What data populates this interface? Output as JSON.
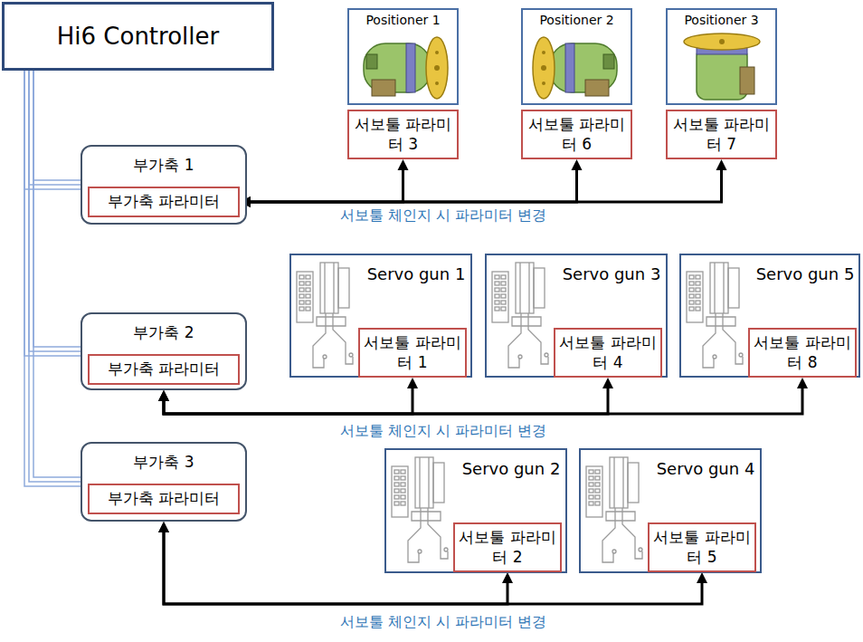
{
  "diagram": {
    "nodes": [
      {
        "text": [
          "Hi6 Controller"
        ]
      },
      {
        "text": [
          "Positioner 1"
        ]
      },
      {
        "text": [
          "서보툴 파라미터 3"
        ]
      },
      {
        "text": [
          "Positioner 2"
        ]
      },
      {
        "text": [
          "서보툴 파라미터 6"
        ]
      },
      {
        "text": [
          "Positioner 3"
        ]
      },
      {
        "text": [
          "서보툴 파라미터 7"
        ]
      },
      {
        "text": [
          "부가축 1"
        ]
      },
      {
        "text": [
          "부가축 파라미터"
        ],
        "in": 7
      },
      {
        "text": [
          "Servo gun 1"
        ]
      },
      {
        "text": [
          "서보툴 파라미터 1"
        ],
        "in": 9
      },
      {
        "text": [
          "Servo gun 3"
        ]
      },
      {
        "text": [
          "서보툴 파라미터 4"
        ],
        "in": 11
      },
      {
        "text": [
          "Servo gun 5"
        ]
      },
      {
        "text": [
          "서보툴 파라미터 8"
        ],
        "in": 13
      },
      {
        "text": [
          "부가축 2"
        ]
      },
      {
        "text": [
          "부가축 파라미터"
        ],
        "in": 15
      },
      {
        "text": [
          "Servo gun 2"
        ]
      },
      {
        "text": [
          "서보툴 파라미터 2"
        ],
        "in": 17
      },
      {
        "text": [
          "Servo gun 4"
        ]
      },
      {
        "text": [
          "서보툴 파라미터 5"
        ],
        "in": 19
      },
      {
        "text": [
          "부가축 3"
        ]
      },
      {
        "text": [
          "부가축 파라미터"
        ],
        "in": 21
      }
    ],
    "edges": [
      {
        "from": 0,
        "to": 7,
        "arrow": "none"
      },
      {
        "from": 0,
        "to": 15,
        "arrow": "none"
      },
      {
        "from": 0,
        "to": 21,
        "arrow": "none"
      },
      {
        "from": 2,
        "to": 8,
        "arrow": "both"
      },
      {
        "from": 4,
        "to": 8,
        "arrow": "both"
      },
      {
        "from": 6,
        "to": 8,
        "arrow": "both"
      },
      {
        "from": 10,
        "to": 15,
        "arrow": "both"
      },
      {
        "from": 12,
        "to": 15,
        "arrow": "both"
      },
      {
        "from": 14,
        "to": 15,
        "arrow": "both"
      },
      {
        "from": 18,
        "to": 21,
        "arrow": "both"
      },
      {
        "from": 20,
        "to": 21,
        "arrow": "both"
      }
    ],
    "labels": [
      "서보툴 체인지 시 파라미터 변경",
      "서보툴 체인지 시 파라미터 변경",
      "서보툴 체인지 시 파라미터 변경"
    ]
  }
}
